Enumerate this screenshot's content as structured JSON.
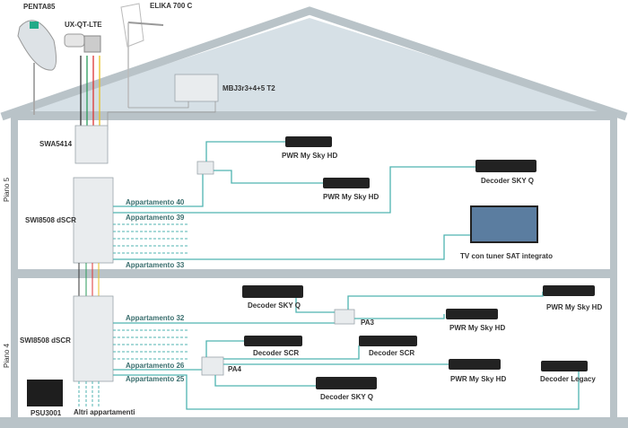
{
  "labels": {
    "penta": "PENTA85",
    "lnb": "UX-QT-LTE",
    "elika": "ELIKA 700 C",
    "mbj": "MBJ3r3+4+5 T2",
    "swa": "SWA5414",
    "swi_top": "SWI8508 dSCR",
    "swi_bottom": "SWI8508 dSCR",
    "psu": "PSU3001",
    "altri": "Altri appartamenti",
    "pa3": "PA3",
    "pa4": "PA4"
  },
  "floors": {
    "upper": "Piano 5",
    "lower": "Piano 4"
  },
  "apartments": {
    "a40": "Appartamento 40",
    "a39": "Appartamento 39",
    "a33": "Appartamento 33",
    "a32": "Appartamento 32",
    "a26": "Appartamento 26",
    "a25": "Appartamento 25"
  },
  "devices": {
    "pwr1": "PWR My Sky HD",
    "pwr2": "PWR My Sky HD",
    "skyq1": "Decoder SKY Q",
    "tv": "TV con tuner SAT integrato",
    "skyq2": "Decoder SKY Q",
    "pwr3": "PWR My Sky HD",
    "pwr4": "PWR My Sky HD",
    "scr1": "Decoder SCR",
    "scr2": "Decoder SCR",
    "skyq3": "Decoder SKY Q",
    "pwr5": "PWR My Sky HD",
    "legacy": "Decoder Legacy"
  },
  "colors": {
    "cable": "#4fb3b0",
    "roof": "#b9c3c8",
    "attic": "#d6e0e6"
  }
}
